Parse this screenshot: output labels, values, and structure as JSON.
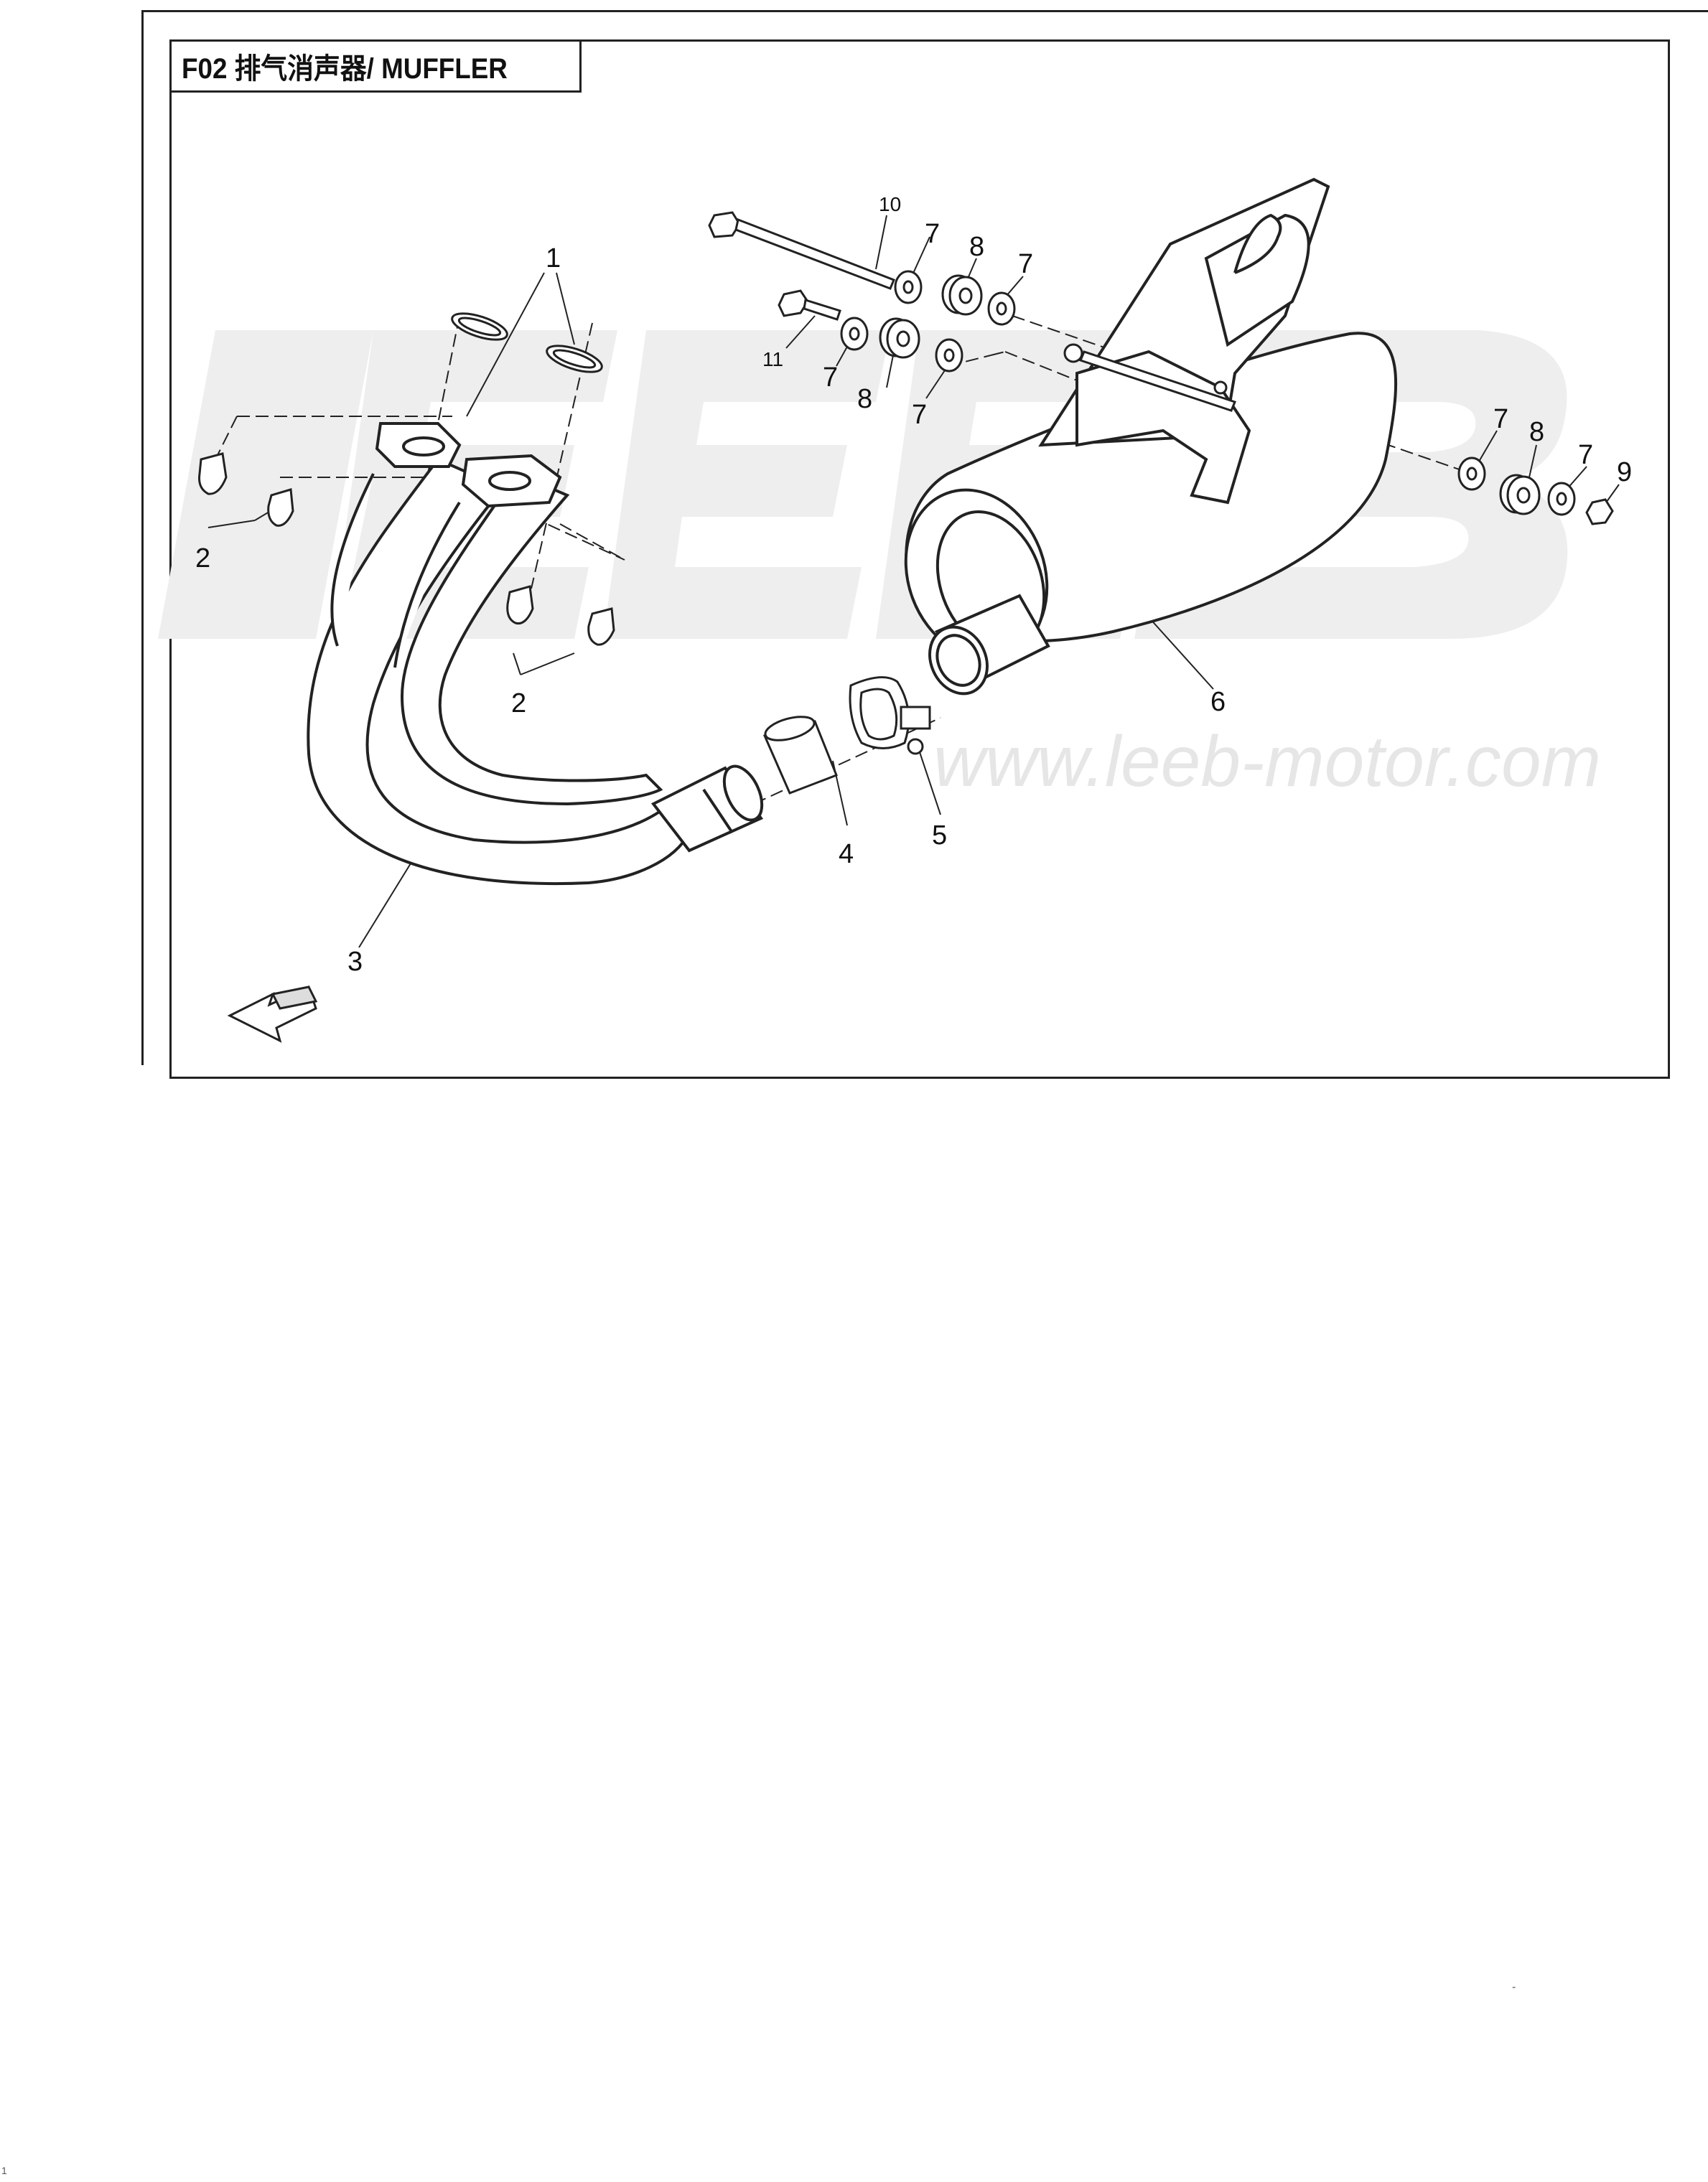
{
  "header": {
    "title": "F02 排气消声器/ MUFFLER"
  },
  "watermark": {
    "url": "www.leeb-motor.com"
  },
  "callouts": {
    "c1": "1",
    "c2a": "2",
    "c2b": "2",
    "c3": "3",
    "c4": "4",
    "c5": "5",
    "c6": "6",
    "c7a": "7",
    "c7b": "7",
    "c7c": "7",
    "c7d": "7",
    "c7e": "7",
    "c7f": "7",
    "c8a": "8",
    "c8b": "8",
    "c8c": "8",
    "c9": "9",
    "c10": "10",
    "c11": "11"
  },
  "footer": {
    "page_mark": "1",
    "dash": "-"
  },
  "colors": {
    "line": "#222222",
    "watermark": "#e6e6e6"
  }
}
